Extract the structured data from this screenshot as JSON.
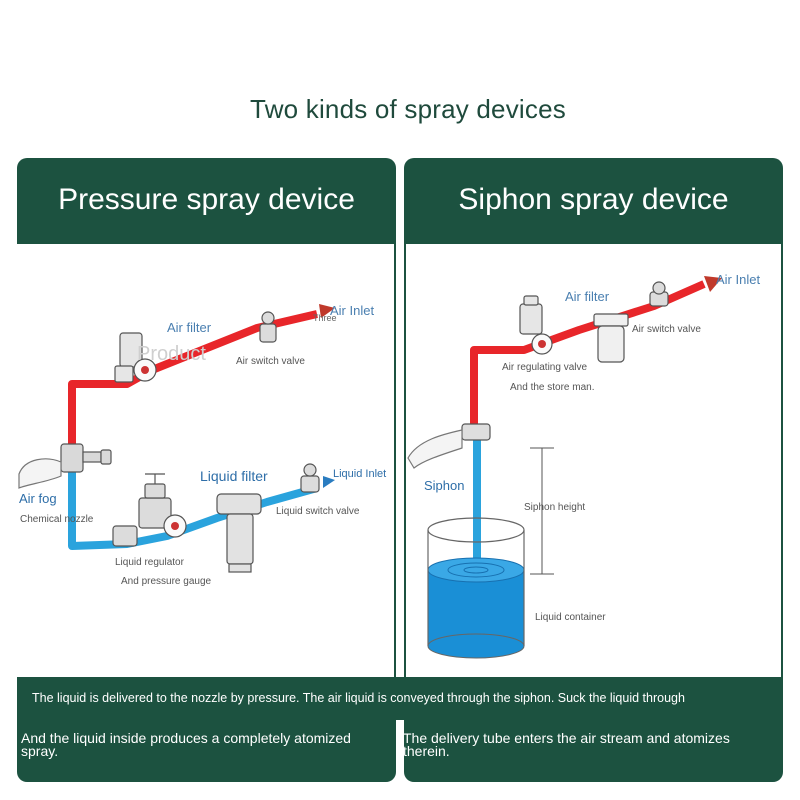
{
  "title": "Two kinds of spray devices",
  "colors": {
    "panel_green": "#1c5240",
    "air_pipe": "#e8262a",
    "liquid_pipe": "#2aa3dd",
    "liquid_fill": "#1a8fd6",
    "label_blue": "#2e6ea8",
    "label_grey": "#555555"
  },
  "pressure": {
    "heading": "Pressure spray device",
    "labels": {
      "air_filter": "Air filter",
      "air_inlet": "Air Inlet",
      "three": "Three",
      "air_switch_valve": "Air switch valve",
      "air_fog": "Air fog",
      "chemical_nozzle": "Chemical nozzle",
      "liquid_filter": "Liquid filter",
      "liquid_inlet": "Liquid Inlet",
      "liquid_switch_valve": "Liquid switch valve",
      "liquid_regulator": "Liquid regulator",
      "pressure_gauge": "And pressure gauge"
    },
    "watermark": "Product"
  },
  "siphon": {
    "heading": "Siphon spray device",
    "labels": {
      "air_inlet": "Air Inlet",
      "air_filter": "Air filter",
      "air_switch_valve": "Air switch valve",
      "air_regulating_valve": "Air regulating valve",
      "store_man": "And the store man.",
      "siphon": "Siphon",
      "siphon_height": "Siphon height",
      "liquid_container": "Liquid container"
    }
  },
  "strip_text": "The liquid is delivered to the nozzle by pressure. The air liquid is conveyed through the siphon. Suck the liquid through",
  "left_note": "And the liquid inside produces a completely atomized spray.",
  "right_note": "The delivery tube enters the air stream and atomizes therein."
}
